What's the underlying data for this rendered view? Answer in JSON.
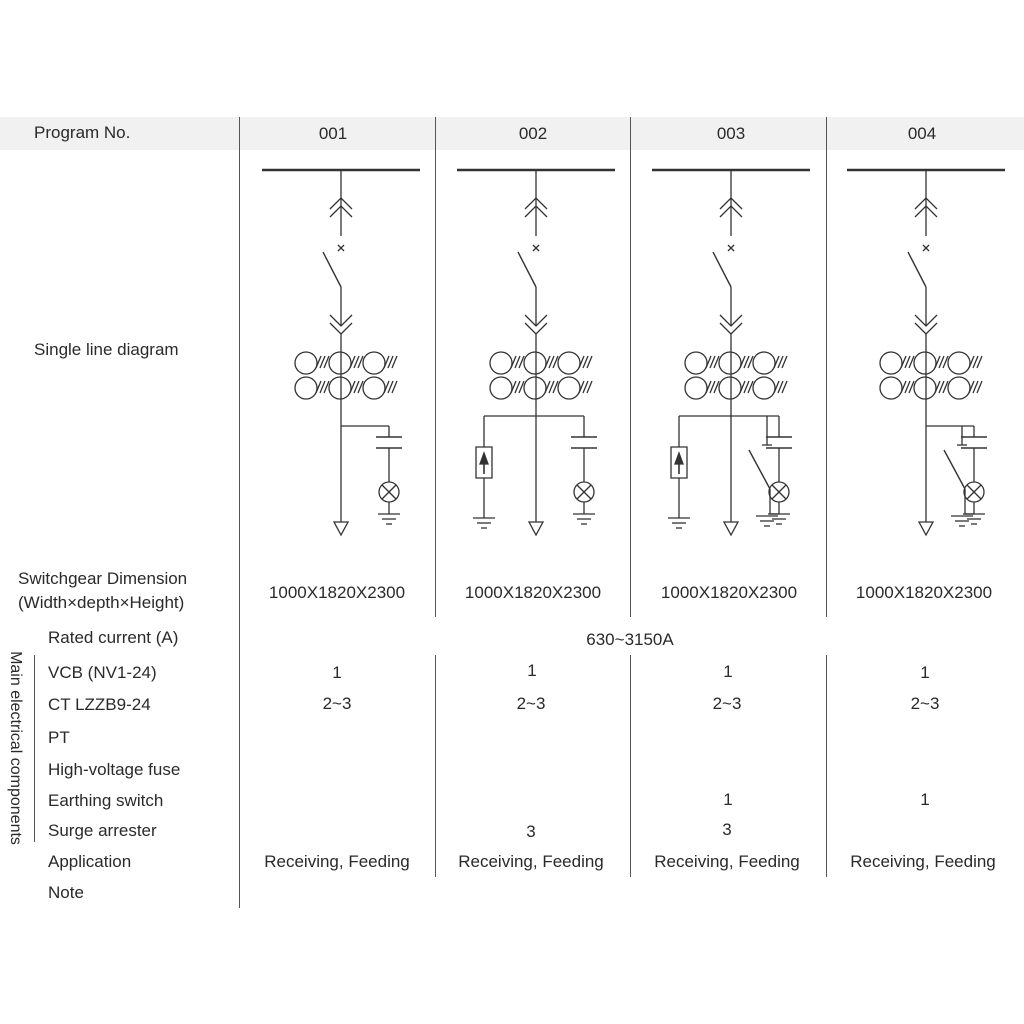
{
  "header": {
    "program_label": "Program No.",
    "programs": [
      "001",
      "002",
      "003",
      "004"
    ]
  },
  "rows": {
    "single_line_diagram": "Single line diagram",
    "dimension_line1": "Switchgear Dimension",
    "dimension_line2": "(Width×depth×Height)",
    "rated_current": "Rated current (A)",
    "vcb": "VCB (NV1-24)",
    "ct": "CT LZZB9-24",
    "pt": "PT",
    "fuse": "High-voltage fuse",
    "earthing_switch": "Earthing switch",
    "surge_arrester": "Surge arrester",
    "application": "Application",
    "note": "Note"
  },
  "side_label": "Main electrical components",
  "rated_current_value": "630~3150A",
  "columns": [
    {
      "program": "001",
      "dimension": "1000X1820X2300",
      "vcb": "1",
      "ct": "2~3",
      "earthing_switch": "",
      "surge_arrester": "",
      "application": "Receiving, Feeding"
    },
    {
      "program": "002",
      "dimension": "1000X1820X2300",
      "vcb": "1",
      "ct": "2~3",
      "earthing_switch": "",
      "surge_arrester": "3",
      "application": "Receiving, Feeding"
    },
    {
      "program": "003",
      "dimension": "1000X1820X2300",
      "vcb": "1",
      "ct": "2~3",
      "earthing_switch": "1",
      "surge_arrester": "3",
      "application": "Receiving, Feeding"
    },
    {
      "program": "004",
      "dimension": "1000X1820X2300",
      "vcb": "1",
      "ct": "2~3",
      "earthing_switch": "1",
      "surge_arrester": "",
      "application": "Receiving, Feeding"
    }
  ],
  "diagram": {
    "columns": [
      {
        "program": "001",
        "surge_arrester": false,
        "earthing_switch": false
      },
      {
        "program": "002",
        "surge_arrester": true,
        "earthing_switch": false
      },
      {
        "program": "003",
        "surge_arrester": true,
        "earthing_switch": true
      },
      {
        "program": "004",
        "surge_arrester": false,
        "earthing_switch": true
      }
    ]
  }
}
